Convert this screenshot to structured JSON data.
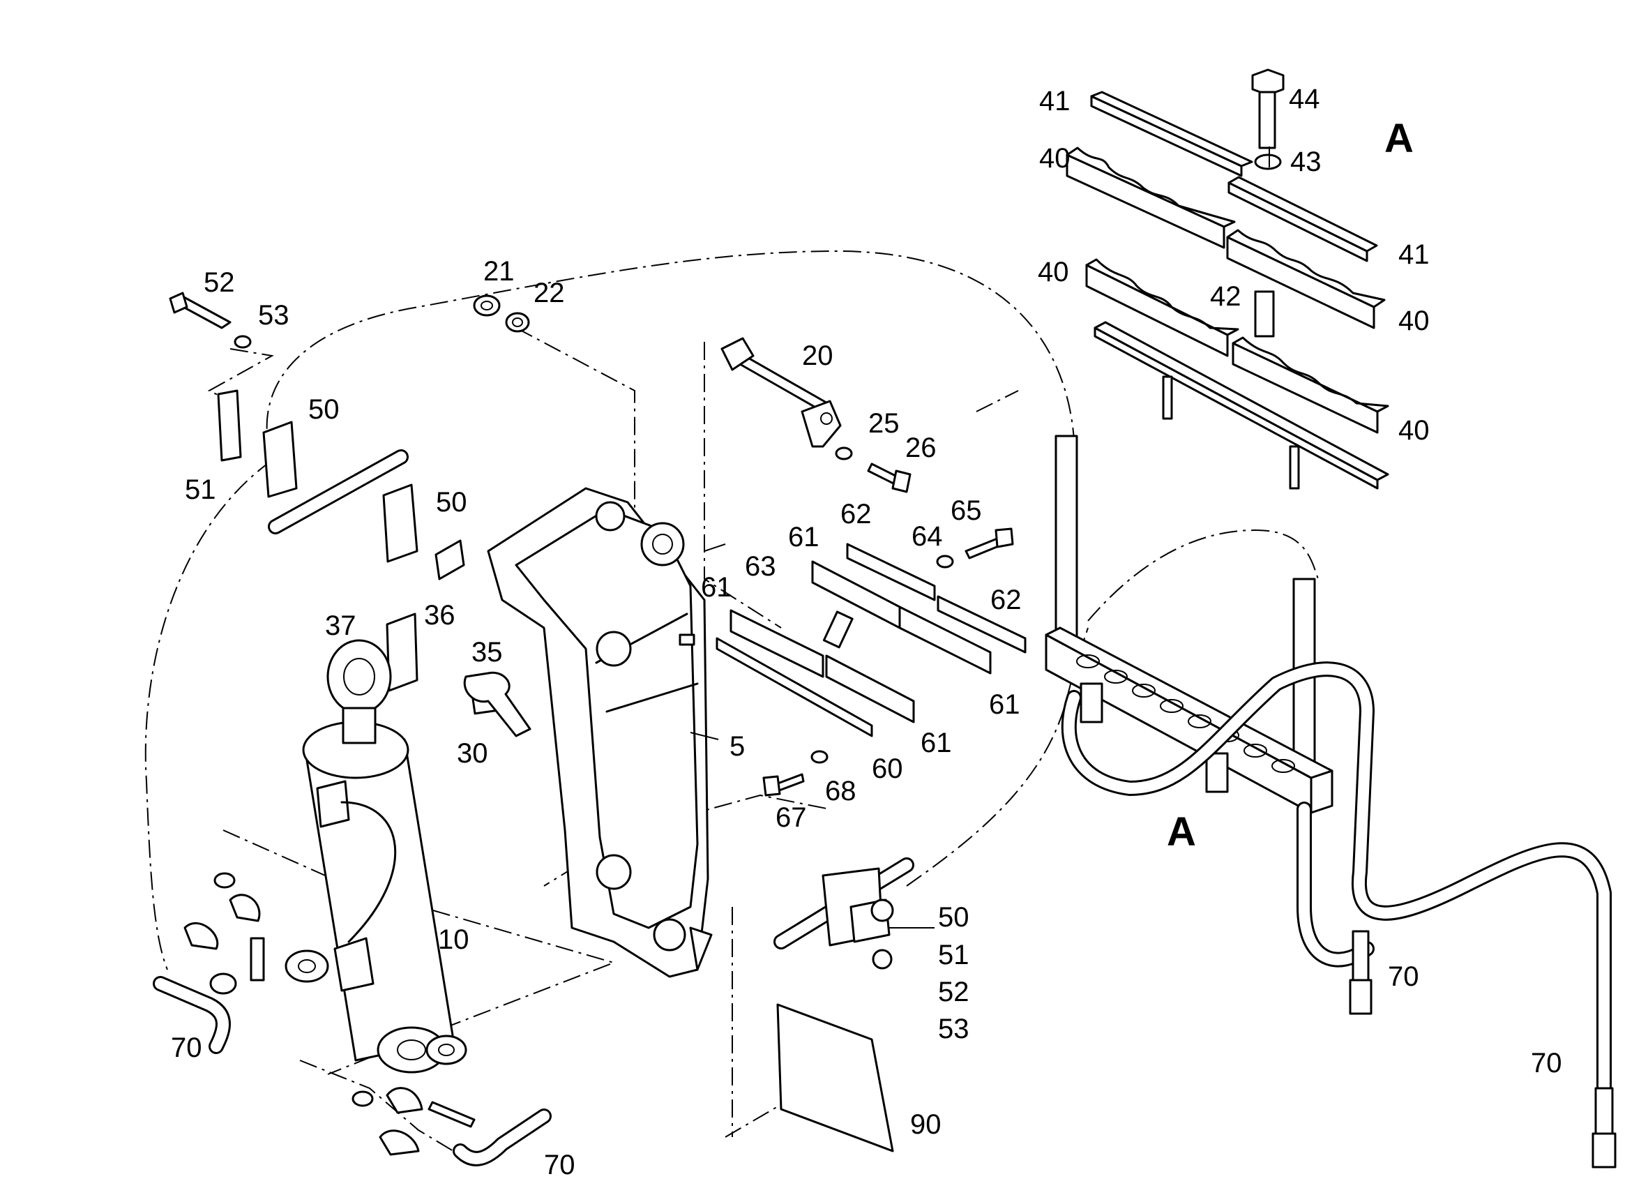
{
  "diagram": {
    "type": "exploded-parts-view",
    "detail_marker": "A",
    "callouts": [
      {
        "id": "c44",
        "label": "44"
      },
      {
        "id": "c41a",
        "label": "41"
      },
      {
        "id": "c43",
        "label": "43"
      },
      {
        "id": "c40a",
        "label": "40"
      },
      {
        "id": "c41b",
        "label": "41"
      },
      {
        "id": "c40b",
        "label": "40"
      },
      {
        "id": "c42",
        "label": "42"
      },
      {
        "id": "c40c",
        "label": "40"
      },
      {
        "id": "c40d",
        "label": "40"
      },
      {
        "id": "c21",
        "label": "21"
      },
      {
        "id": "c22",
        "label": "22"
      },
      {
        "id": "c52a",
        "label": "52"
      },
      {
        "id": "c53a",
        "label": "53"
      },
      {
        "id": "c20",
        "label": "20"
      },
      {
        "id": "c50a",
        "label": "50"
      },
      {
        "id": "c25",
        "label": "25"
      },
      {
        "id": "c26",
        "label": "26"
      },
      {
        "id": "c51a",
        "label": "51"
      },
      {
        "id": "c50b",
        "label": "50"
      },
      {
        "id": "c62a",
        "label": "62"
      },
      {
        "id": "c65",
        "label": "65"
      },
      {
        "id": "c64",
        "label": "64"
      },
      {
        "id": "c61a",
        "label": "61"
      },
      {
        "id": "c63",
        "label": "63"
      },
      {
        "id": "c61b",
        "label": "61"
      },
      {
        "id": "c62b",
        "label": "62"
      },
      {
        "id": "c37",
        "label": "37"
      },
      {
        "id": "c36",
        "label": "36"
      },
      {
        "id": "c35",
        "label": "35"
      },
      {
        "id": "c61c",
        "label": "61"
      },
      {
        "id": "c30",
        "label": "30"
      },
      {
        "id": "c5",
        "label": "5"
      },
      {
        "id": "c61d",
        "label": "61"
      },
      {
        "id": "c60",
        "label": "60"
      },
      {
        "id": "c68",
        "label": "68"
      },
      {
        "id": "c67",
        "label": "67"
      },
      {
        "id": "c10",
        "label": "10"
      },
      {
        "id": "c50c",
        "label": "50"
      },
      {
        "id": "c51b",
        "label": "51"
      },
      {
        "id": "c52b",
        "label": "52"
      },
      {
        "id": "c53b",
        "label": "53"
      },
      {
        "id": "c70a",
        "label": "70"
      },
      {
        "id": "c70b",
        "label": "70"
      },
      {
        "id": "c70c",
        "label": "70"
      },
      {
        "id": "c70d",
        "label": "70"
      },
      {
        "id": "c90",
        "label": "90"
      }
    ]
  }
}
